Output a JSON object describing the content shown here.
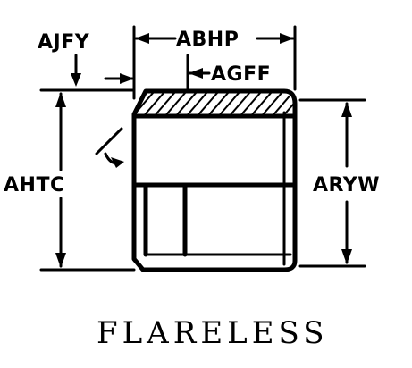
{
  "labels": {
    "ajfy": "AJFY",
    "abhp": "ABHP",
    "agff": "AGFF",
    "ahtc": "AHTC",
    "aryw": "ARYW"
  },
  "caption": "FLARELESS"
}
